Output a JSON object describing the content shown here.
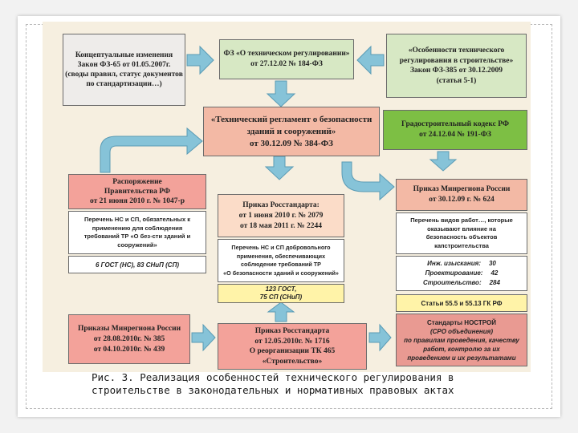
{
  "boxes": {
    "concept": {
      "lines": [
        "Концептуальные изменения",
        "Закон ФЗ-65 от 01.05.2007г.",
        "(своды правил, статус документов",
        "по стандартизации…)"
      ],
      "color": "#eeecea"
    },
    "fz184": {
      "lines": [
        "ФЗ «О техническом регулировании»",
        "от 27.12.02 № 184-ФЗ"
      ],
      "color": "#d7e8c4"
    },
    "fz385": {
      "lines": [
        "«Особенности технического",
        "регулирования в строительстве»",
        "Закон ФЗ-385 от 30.12.2009",
        "(статья 5-1)"
      ],
      "color": "#d7e8c4"
    },
    "reglament": {
      "lines": [
        "«Технический регламент о безопасности",
        "зданий и сооружений»",
        "от 30.12.09 № 384-ФЗ"
      ],
      "color": "#f3b9a5"
    },
    "grk": {
      "lines": [
        "Градостроительный кодекс РФ",
        "от 24.12.04 № 191-ФЗ"
      ],
      "color": "#7dbf44"
    },
    "rasp": {
      "lines": [
        "Распоряжение",
        "Правительства РФ",
        "от 21 июня 2010 г. № 1047-р"
      ],
      "color": "#f3a29a"
    },
    "rasp_list": {
      "lines": [
        "Перечень НС и СП, обязательных к",
        "применению для соблюдения",
        "требований ТР «О без-сти зданий и",
        "сооружений»"
      ],
      "color": "#ffffff"
    },
    "rasp_count": {
      "text": "6 ГОСТ (НС), 83 СНиП (СП)",
      "color": "#ffffff"
    },
    "rosst1": {
      "lines": [
        "Приказ Росстандарта:",
        "от 1 июня 2010 г. № 2079",
        "от 18 мая 2011 г. № 2244"
      ],
      "color": "#fbdcc8"
    },
    "rosst1_list": {
      "lines": [
        "Перечень НС и СП добровольного",
        "применения, обеспечивающих",
        "соблюдение требований ТР",
        "«О безопасности зданий и сооружений»"
      ],
      "color": "#ffffff"
    },
    "rosst1_count": {
      "lines": [
        "123 ГОСТ,",
        "75 СП (СНиП)"
      ],
      "color": "#fff3a8"
    },
    "minreg624": {
      "lines": [
        "Приказ Минрегиона России",
        "от 30.12.09 г. № 624"
      ],
      "color": "#f3b9a5"
    },
    "minreg624_list": {
      "lines": [
        "Перечень видов работ…, которые",
        "оказывают влияние на",
        "безопасность объектов",
        "капстроительства"
      ],
      "color": "#ffffff"
    },
    "work_types": {
      "rows": [
        {
          "label": "Инж. изыскания:",
          "value": "30"
        },
        {
          "label": "Проектирование:",
          "value": "42"
        },
        {
          "label": "Строительство:",
          "value": "284"
        }
      ],
      "color": "#ffffff"
    },
    "articles": {
      "text": "Статьи 55.5 и 55.13 ГК РФ",
      "color": "#fff3a8"
    },
    "nostroy": {
      "lines": [
        "Стандарты НОСТРОЙ",
        "(СРО объединения)",
        "по правилам проведения, качеству",
        "работ, контролю за их",
        "проведением и их результатами"
      ],
      "color": "#e99a92"
    },
    "minreg385": {
      "lines": [
        "Приказы Минрегиона России",
        "от 28.08.2010г. № 385",
        "от 04.10.2010г. № 439"
      ],
      "color": "#f3a29a"
    },
    "rosst1716": {
      "lines": [
        "Приказ Росстандарта",
        "от 12.05.2010г. № 1716",
        "О реорганизации ТК 465",
        "«Строительство»"
      ],
      "color": "#f3a29a"
    }
  },
  "arrow_color": "#86c3d8",
  "caption": {
    "line1": "Рис. 3. Реализация особенностей технического регулирования в",
    "line2": "строительстве в законодательных и нормативных правовых актах"
  }
}
